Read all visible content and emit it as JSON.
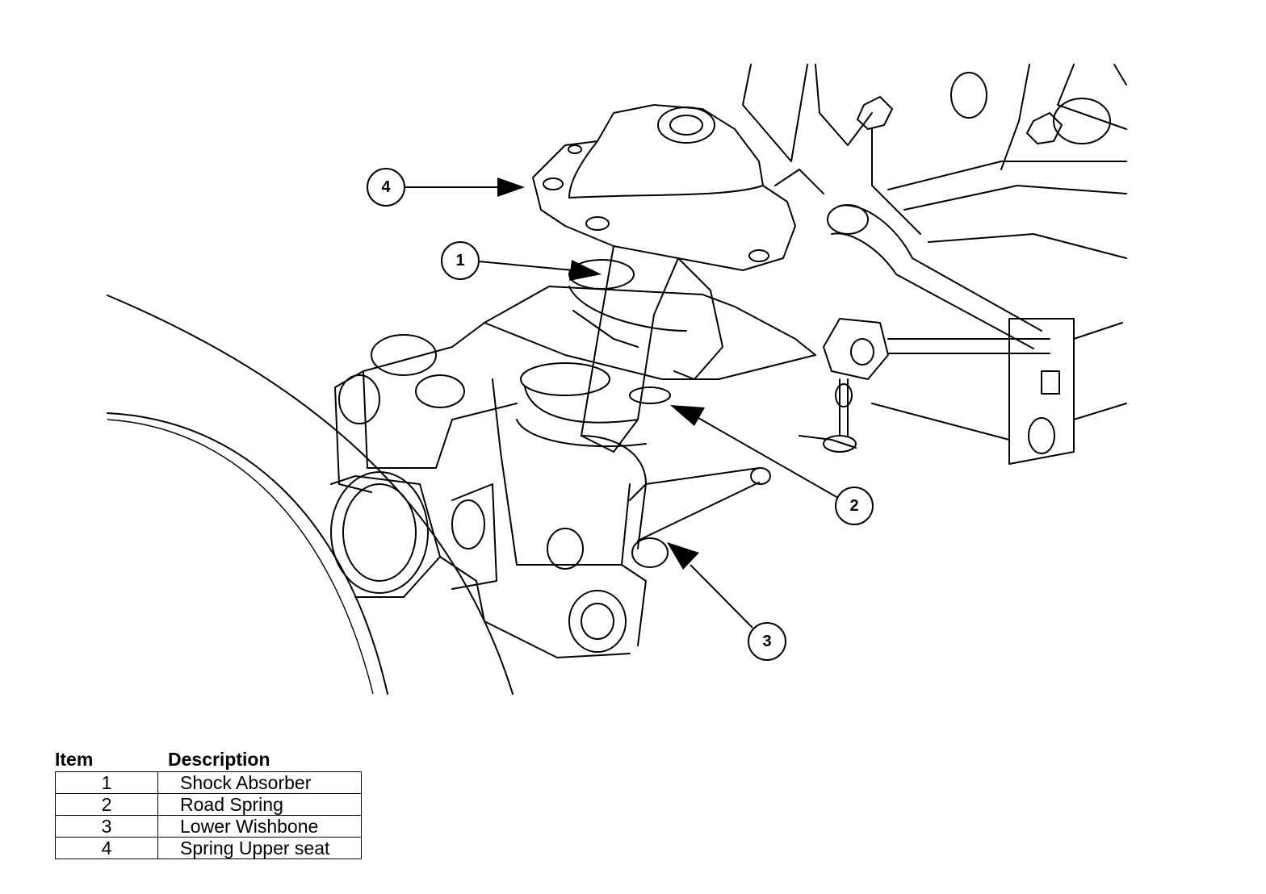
{
  "legend": {
    "header_item": "Item",
    "header_description": "Description",
    "rows": [
      {
        "item": "1",
        "description": "Shock Absorber"
      },
      {
        "item": "2",
        "description": "Road Spring"
      },
      {
        "item": "3",
        "description": "Lower Wishbone"
      },
      {
        "item": "4",
        "description": "Spring Upper seat"
      }
    ]
  },
  "callouts": [
    "1",
    "2",
    "3",
    "4"
  ]
}
